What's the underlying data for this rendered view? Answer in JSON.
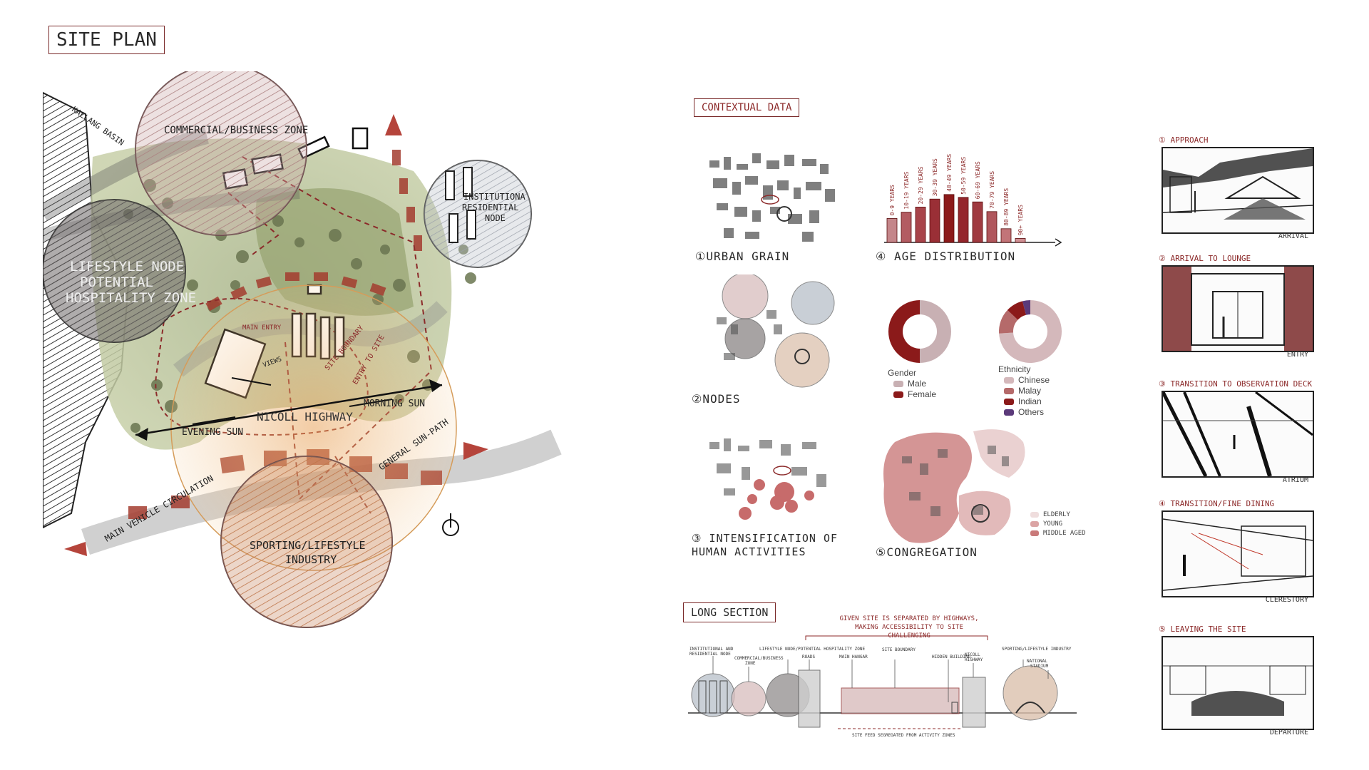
{
  "site_plan": {
    "title": "SITE PLAN",
    "labels": {
      "commercial": "COMMERCIAL/BUSINESS ZONE",
      "institutional": "INSTITUTIONA RESIDENTIAL NODE",
      "lifestyle": "LIFESTYLE NODE POTENTIAL HOSPITALITY ZONE",
      "sporting": "SPORTING/LIFESTYLE INDUSTRY",
      "kallang": "KALLANG BASIN",
      "nicoll": "NICOLL HIGHWAY",
      "evening_sun": "EVENING SUN",
      "morning_sun": "MORNING SUN",
      "sun_path": "GENERAL SUN-PATH",
      "main_vehicle": "MAIN VEHICLE CIRCULATION",
      "main_entry": "MAIN ENTRY",
      "site_boundary": "SITE BOUNDARY",
      "views": "VIEWS",
      "entry_to_site": "ENTRY TO SITE"
    }
  },
  "contextual": {
    "title": "CONTEXTUAL DATA",
    "panels": {
      "urban_grain": "①URBAN GRAIN",
      "nodes": "②NODES",
      "intensification": "③ INTENSIFICATION OF HUMAN ACTIVITIES",
      "age_distribution": "④ AGE DISTRIBUTION",
      "congregation": "⑤CONGREGATION"
    },
    "congregation_legend": [
      "ELDERLY",
      "YOUNG",
      "MIDDLE AGED"
    ],
    "gender": {
      "title": "Gender",
      "items": [
        {
          "label": "Male",
          "color": "#c8b0b3"
        },
        {
          "label": "Female",
          "color": "#8b1a1a"
        }
      ]
    },
    "ethnicity": {
      "title": "Ethnicity",
      "items": [
        {
          "label": "Chinese",
          "color": "#d4b8bb"
        },
        {
          "label": "Malay",
          "color": "#b56a6a"
        },
        {
          "label": "Indian",
          "color": "#8b1a1a"
        },
        {
          "label": "Others",
          "color": "#5b3a7a"
        }
      ]
    }
  },
  "chart_data": {
    "type": "bar",
    "categories": [
      "0-9 YEARS",
      "10-19 YEARS",
      "20-29 YEARS",
      "30-39 YEARS",
      "40-49 YEARS",
      "50-59 YEARS",
      "60-69 YEARS",
      "70-79 YEARS",
      "80-89 YEARS",
      "90+ YEARS"
    ],
    "values": [
      4.2,
      5.3,
      6.2,
      7.6,
      8.4,
      7.9,
      7.1,
      5.4,
      2.4,
      0.7
    ],
    "ylim": [
      0,
      10
    ]
  },
  "gender_chart": {
    "type": "pie",
    "labels": [
      "Male",
      "Female"
    ],
    "values": [
      50,
      50
    ]
  },
  "ethnicity_chart": {
    "type": "pie",
    "labels": [
      "Chinese",
      "Malay",
      "Indian",
      "Others"
    ],
    "values": [
      74,
      13,
      9,
      4
    ]
  },
  "long_section": {
    "title": "LONG SECTION",
    "note": "GIVEN SITE IS SEPARATED BY HIGHWAYS, MAKING ACCESSIBILITY TO SITE CHALLENGING",
    "labels": {
      "institutional": "INSTITUTIONAL AND RESIDENTIAL NODE",
      "commercial": "COMMERCIAL/BUSINESS ZONE",
      "lifestyle": "LIFESTYLE NODE/POTENTIAL HOSPITALITY ZONE",
      "roads": "ROADS",
      "main_hangar": "MAIN HANGAR",
      "site_boundary": "SITE BOUNDARY",
      "hidden_building": "HIDDEN BUILDING",
      "nicoll_highway": "NICOLL HIGHWAY",
      "sporting": "SPORTING/LIFESTYLE INDUSTRY",
      "national_stadium": "NATIONAL STADIUM",
      "segregated": "SITE FEED SEGREGATED FROM ACTIVITY ZONES"
    }
  },
  "sequence": {
    "steps": [
      {
        "title": "① APPROACH",
        "caption": "ARRIVAL"
      },
      {
        "title": "② ARRIVAL TO LOUNGE",
        "caption": "ENTRY"
      },
      {
        "title": "③ TRANSITION TO OBSERVATION DECK",
        "caption": "ATRIUM"
      },
      {
        "title": "④ TRANSITION/FINE DINING",
        "caption": "CLERESTORY"
      },
      {
        "title": "⑤ LEAVING THE SITE",
        "caption": "DEPARTURE"
      }
    ]
  }
}
